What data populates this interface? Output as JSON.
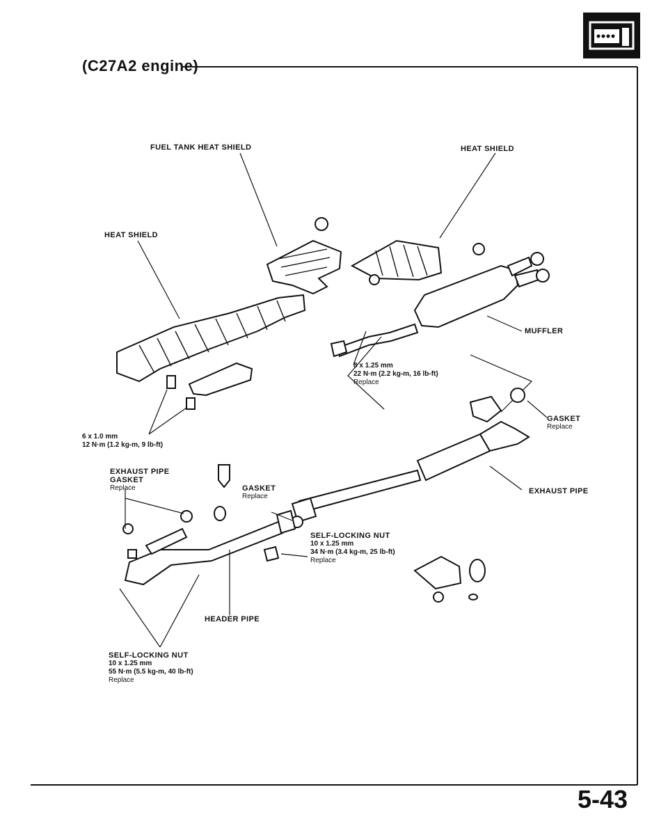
{
  "header": {
    "title": "(C27A2 engine)",
    "logo_icon": "engine-section-icon"
  },
  "labels": {
    "fuel_tank_heat_shield": "FUEL TANK HEAT SHIELD",
    "heat_shield_top": "HEAT SHIELD",
    "heat_shield_left": "HEAT SHIELD",
    "muffler": "MUFFLER",
    "gasket_right": "GASKET",
    "gasket_right_note": "Replace",
    "exhaust_pipe": "EXHAUST PIPE",
    "exhaust_pipe_gasket_1": "EXHAUST PIPE",
    "exhaust_pipe_gasket_2": "GASKET",
    "exhaust_pipe_gasket_note": "Replace",
    "gasket_center": "GASKET",
    "gasket_center_note": "Replace",
    "header_pipe": "HEADER PIPE"
  },
  "specs": {
    "bolt_6x1": {
      "size": "6 x 1.0 mm",
      "torque": "12 N·m (1.2 kg-m, 9 lb-ft)"
    },
    "bolt_8x125": {
      "size": "8 x 1.25 mm",
      "torque": "22 N·m (2.2 kg-m, 16 lb-ft)",
      "note": "Replace"
    },
    "nut_center": {
      "title": "SELF-LOCKING NUT",
      "size": "10 x 1.25 mm",
      "torque": "34 N·m (3.4 kg-m, 25 lb-ft)",
      "note": "Replace"
    },
    "nut_bottom": {
      "title": "SELF-LOCKING NUT",
      "size": "10 x 1.25 mm",
      "torque": "55 N·m (5.5 kg-m, 40 lb-ft)",
      "note": "Replace"
    }
  },
  "footer": {
    "page_number": "5-43"
  }
}
